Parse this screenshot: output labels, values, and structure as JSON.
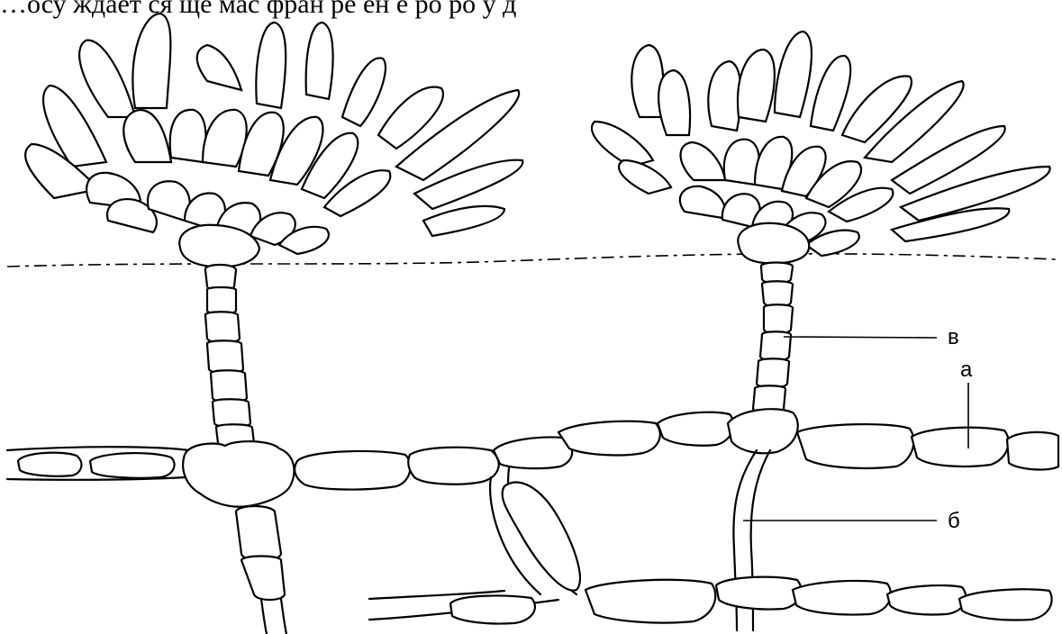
{
  "caption": "…осу ждает ся ще мас фран ре ен   е ро   ро  у  д",
  "labels": {
    "v": "в",
    "a": "а",
    "b": "б"
  }
}
